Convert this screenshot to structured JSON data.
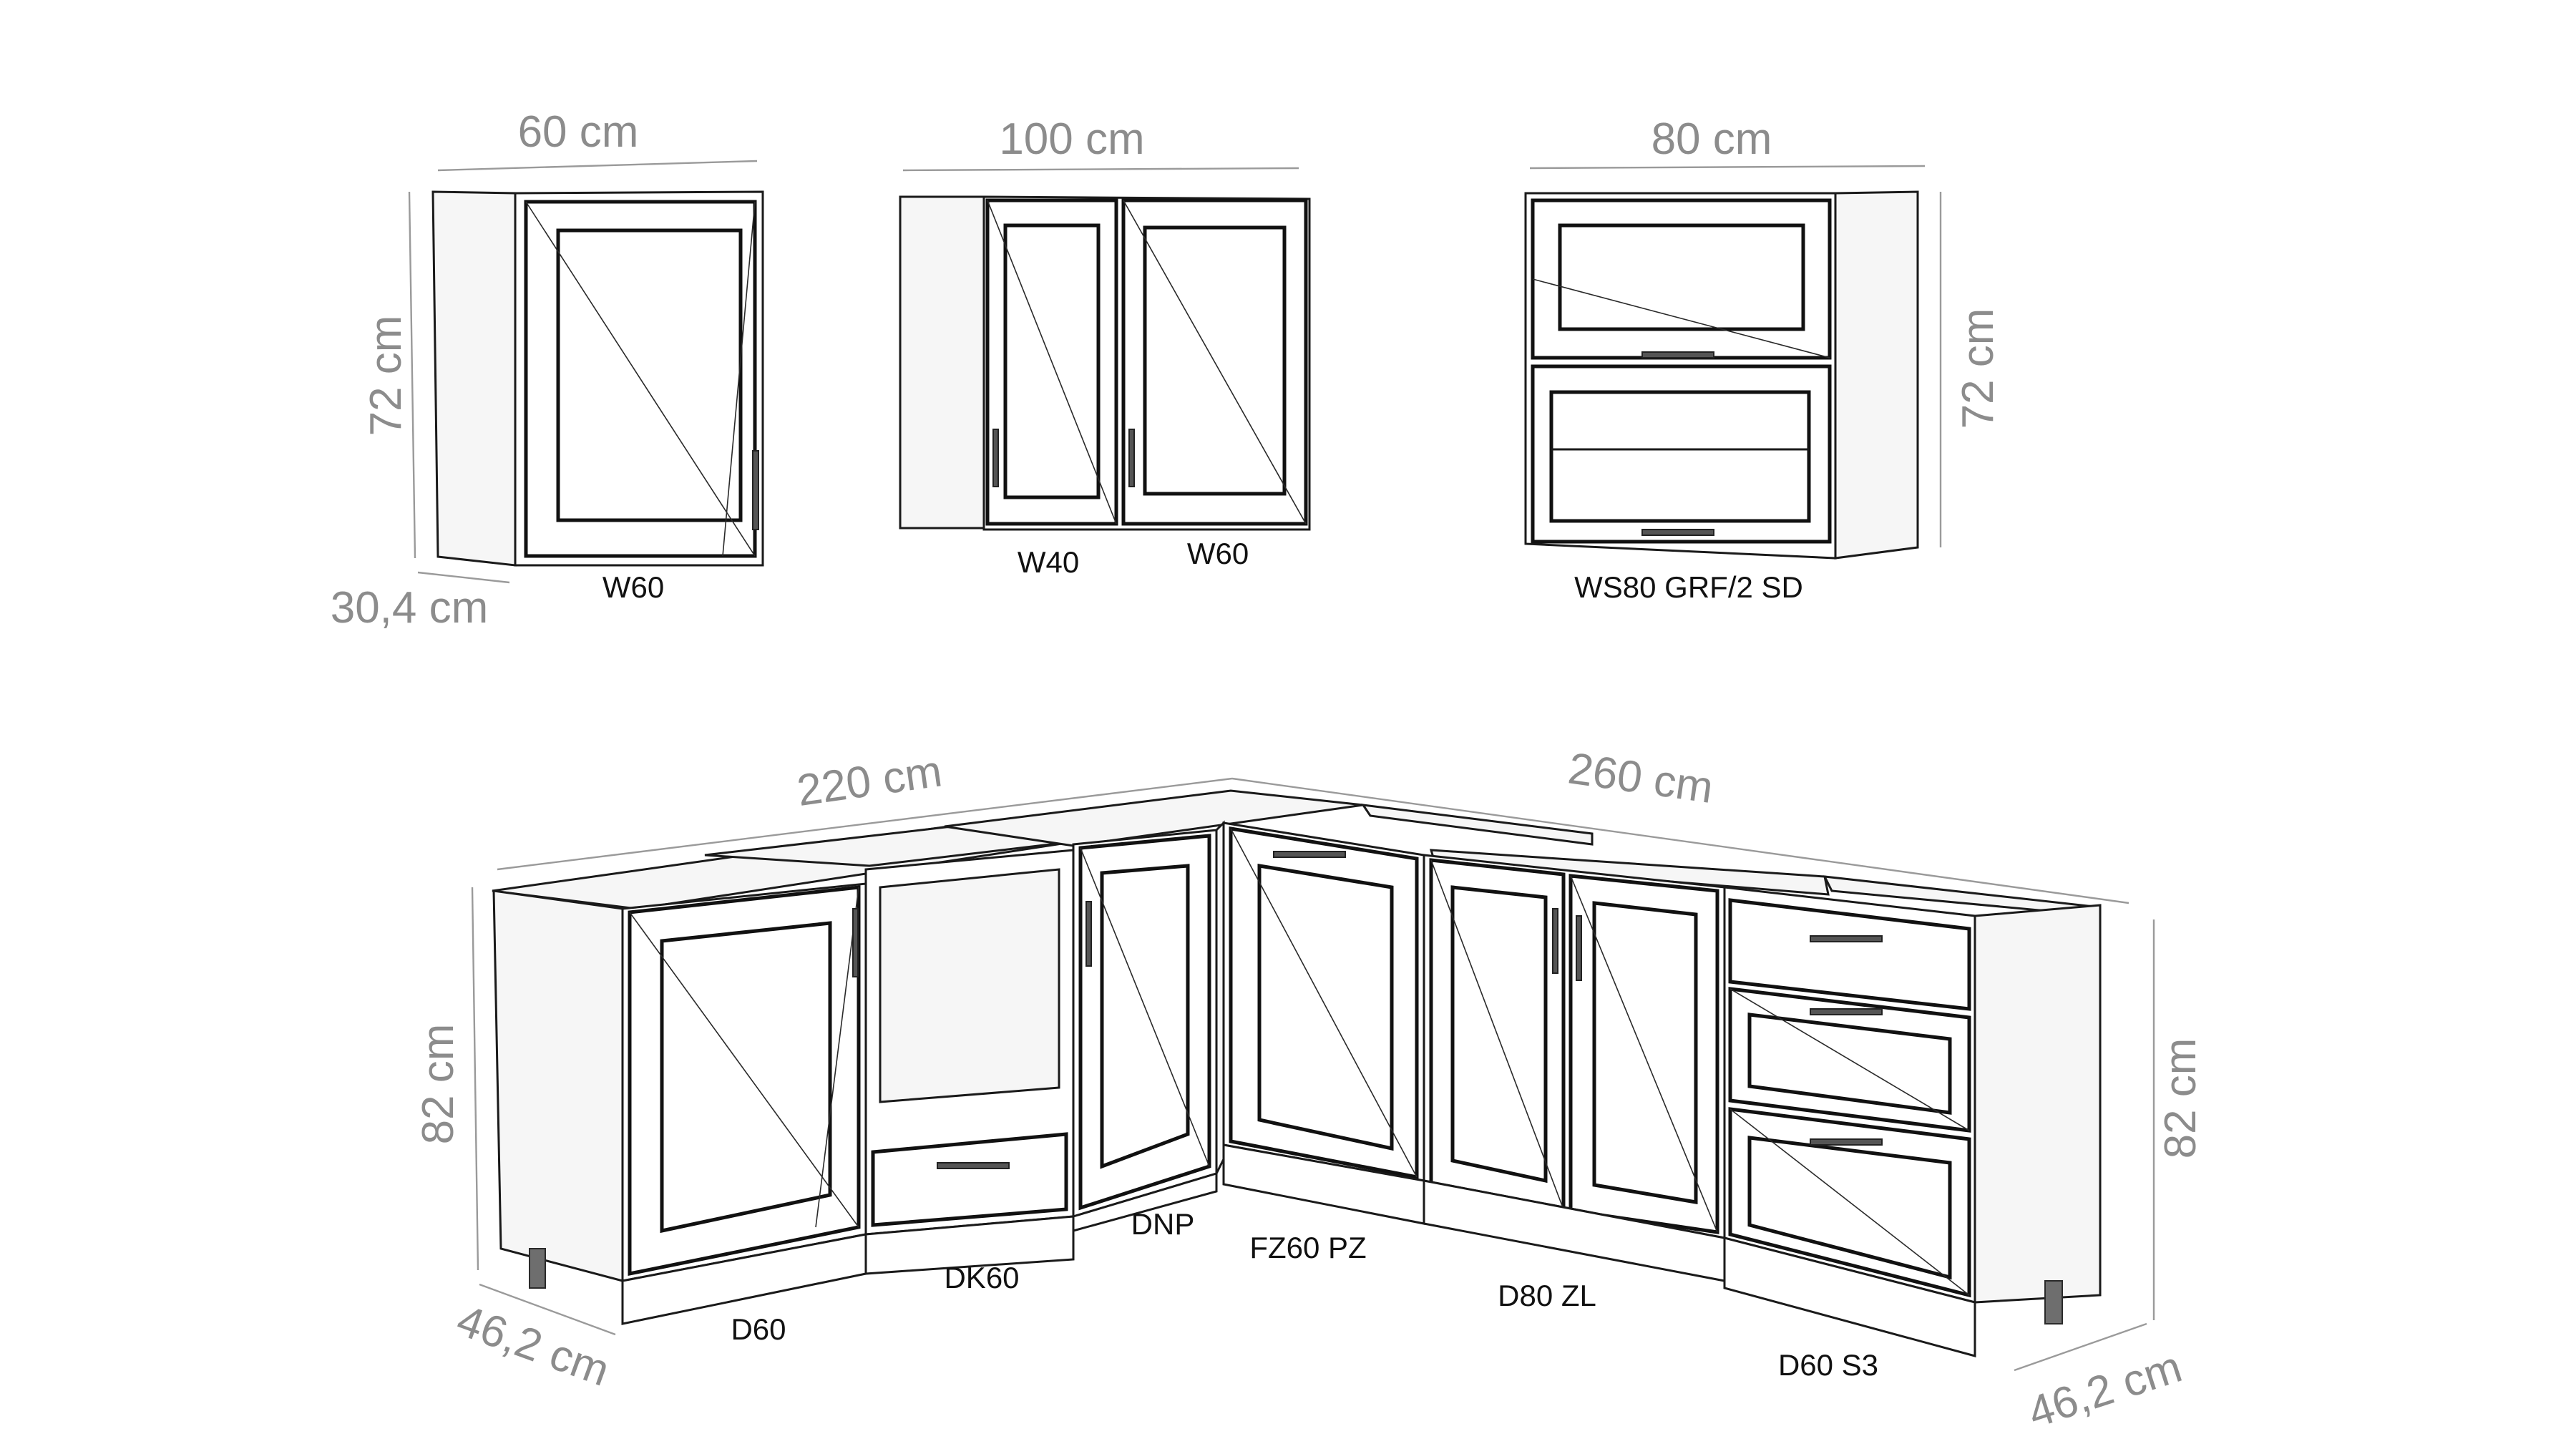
{
  "upper_cabinets": {
    "w60": {
      "label": "W60",
      "width": "60 cm",
      "height": "72 cm",
      "depth": "30,4 cm"
    },
    "double": {
      "label_left": "W40",
      "label_right": "W60",
      "width": "100 cm"
    },
    "ws80": {
      "label": "WS80 GRF/2 SD",
      "width": "80 cm",
      "height": "72 cm"
    }
  },
  "base_cabinets": {
    "width_left": "220 cm",
    "width_right": "260 cm",
    "height_left": "82 cm",
    "height_right": "82 cm",
    "depth_left": "46,2 cm",
    "depth_right": "46,2 cm",
    "labels": {
      "d60": "D60",
      "dk60": "DK60",
      "dnp": "DNP",
      "fz60": "FZ60 PZ",
      "d80": "D80 ZL",
      "d60s3": "D60 S3"
    }
  }
}
